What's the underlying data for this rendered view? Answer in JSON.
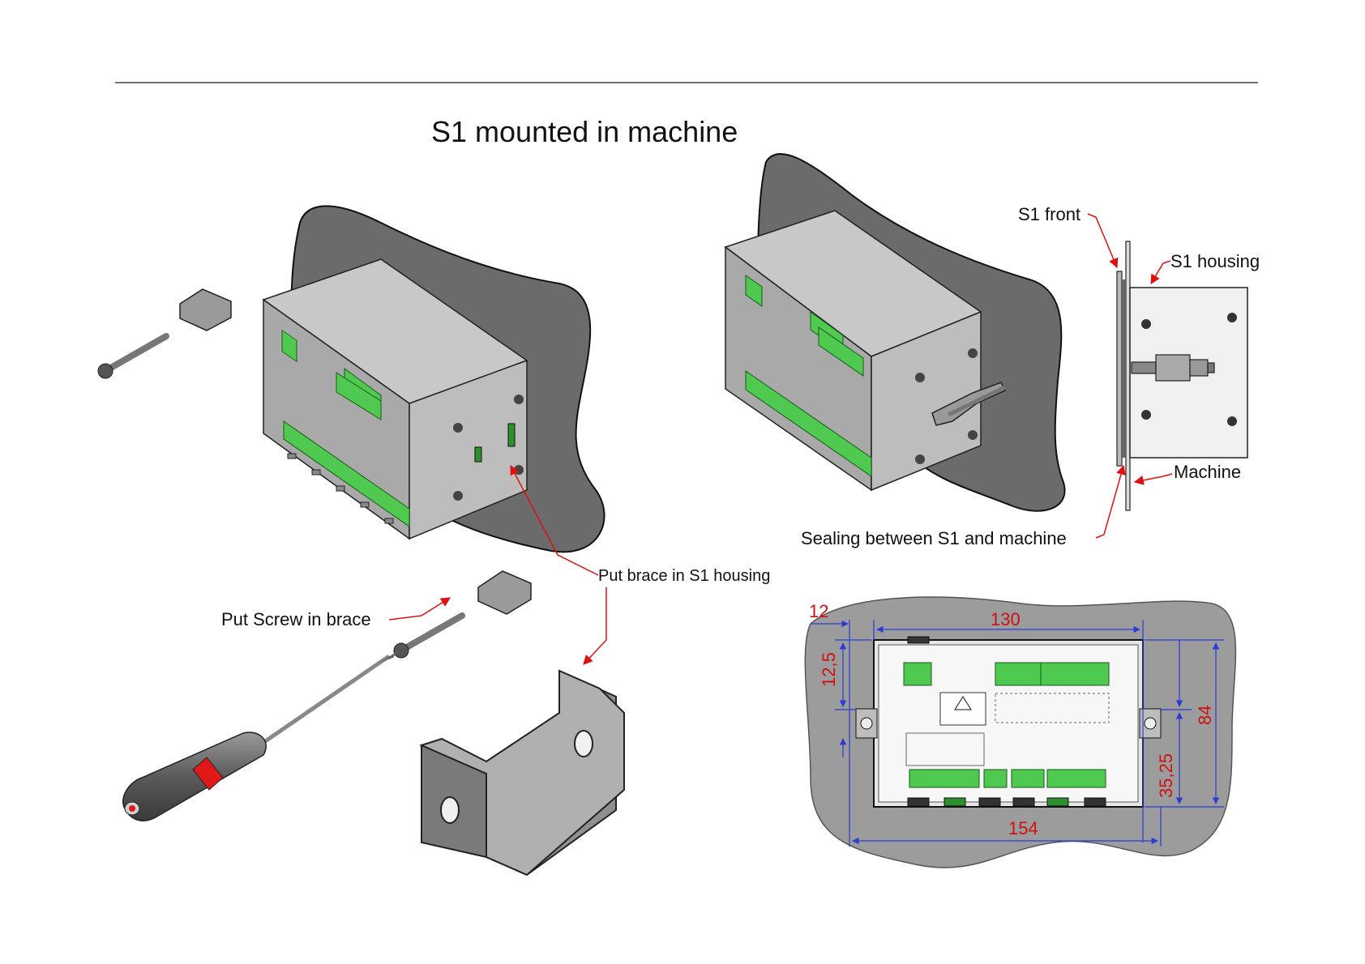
{
  "title": "S1 mounted in machine",
  "labels": {
    "s1_front": "S1 front",
    "s1_housing": "S1 housing",
    "machine": "Machine",
    "sealing": "Sealing between S1 and machine",
    "put_brace": "Put brace in S1 housing",
    "put_screw": "Put Screw in brace"
  },
  "dimensions": {
    "d12": "12",
    "d130": "130",
    "d12_5": "12,5",
    "d84": "84",
    "d35_25": "35,25",
    "d154": "154"
  },
  "colors": {
    "machine_plate": "#6b6b6b",
    "housing": "#a9a9a9",
    "connector_green": "#4fc94f",
    "arrow_red": "#e01010",
    "dimension_blue": "#2a3bd6",
    "dimension_text": "#d01010"
  }
}
